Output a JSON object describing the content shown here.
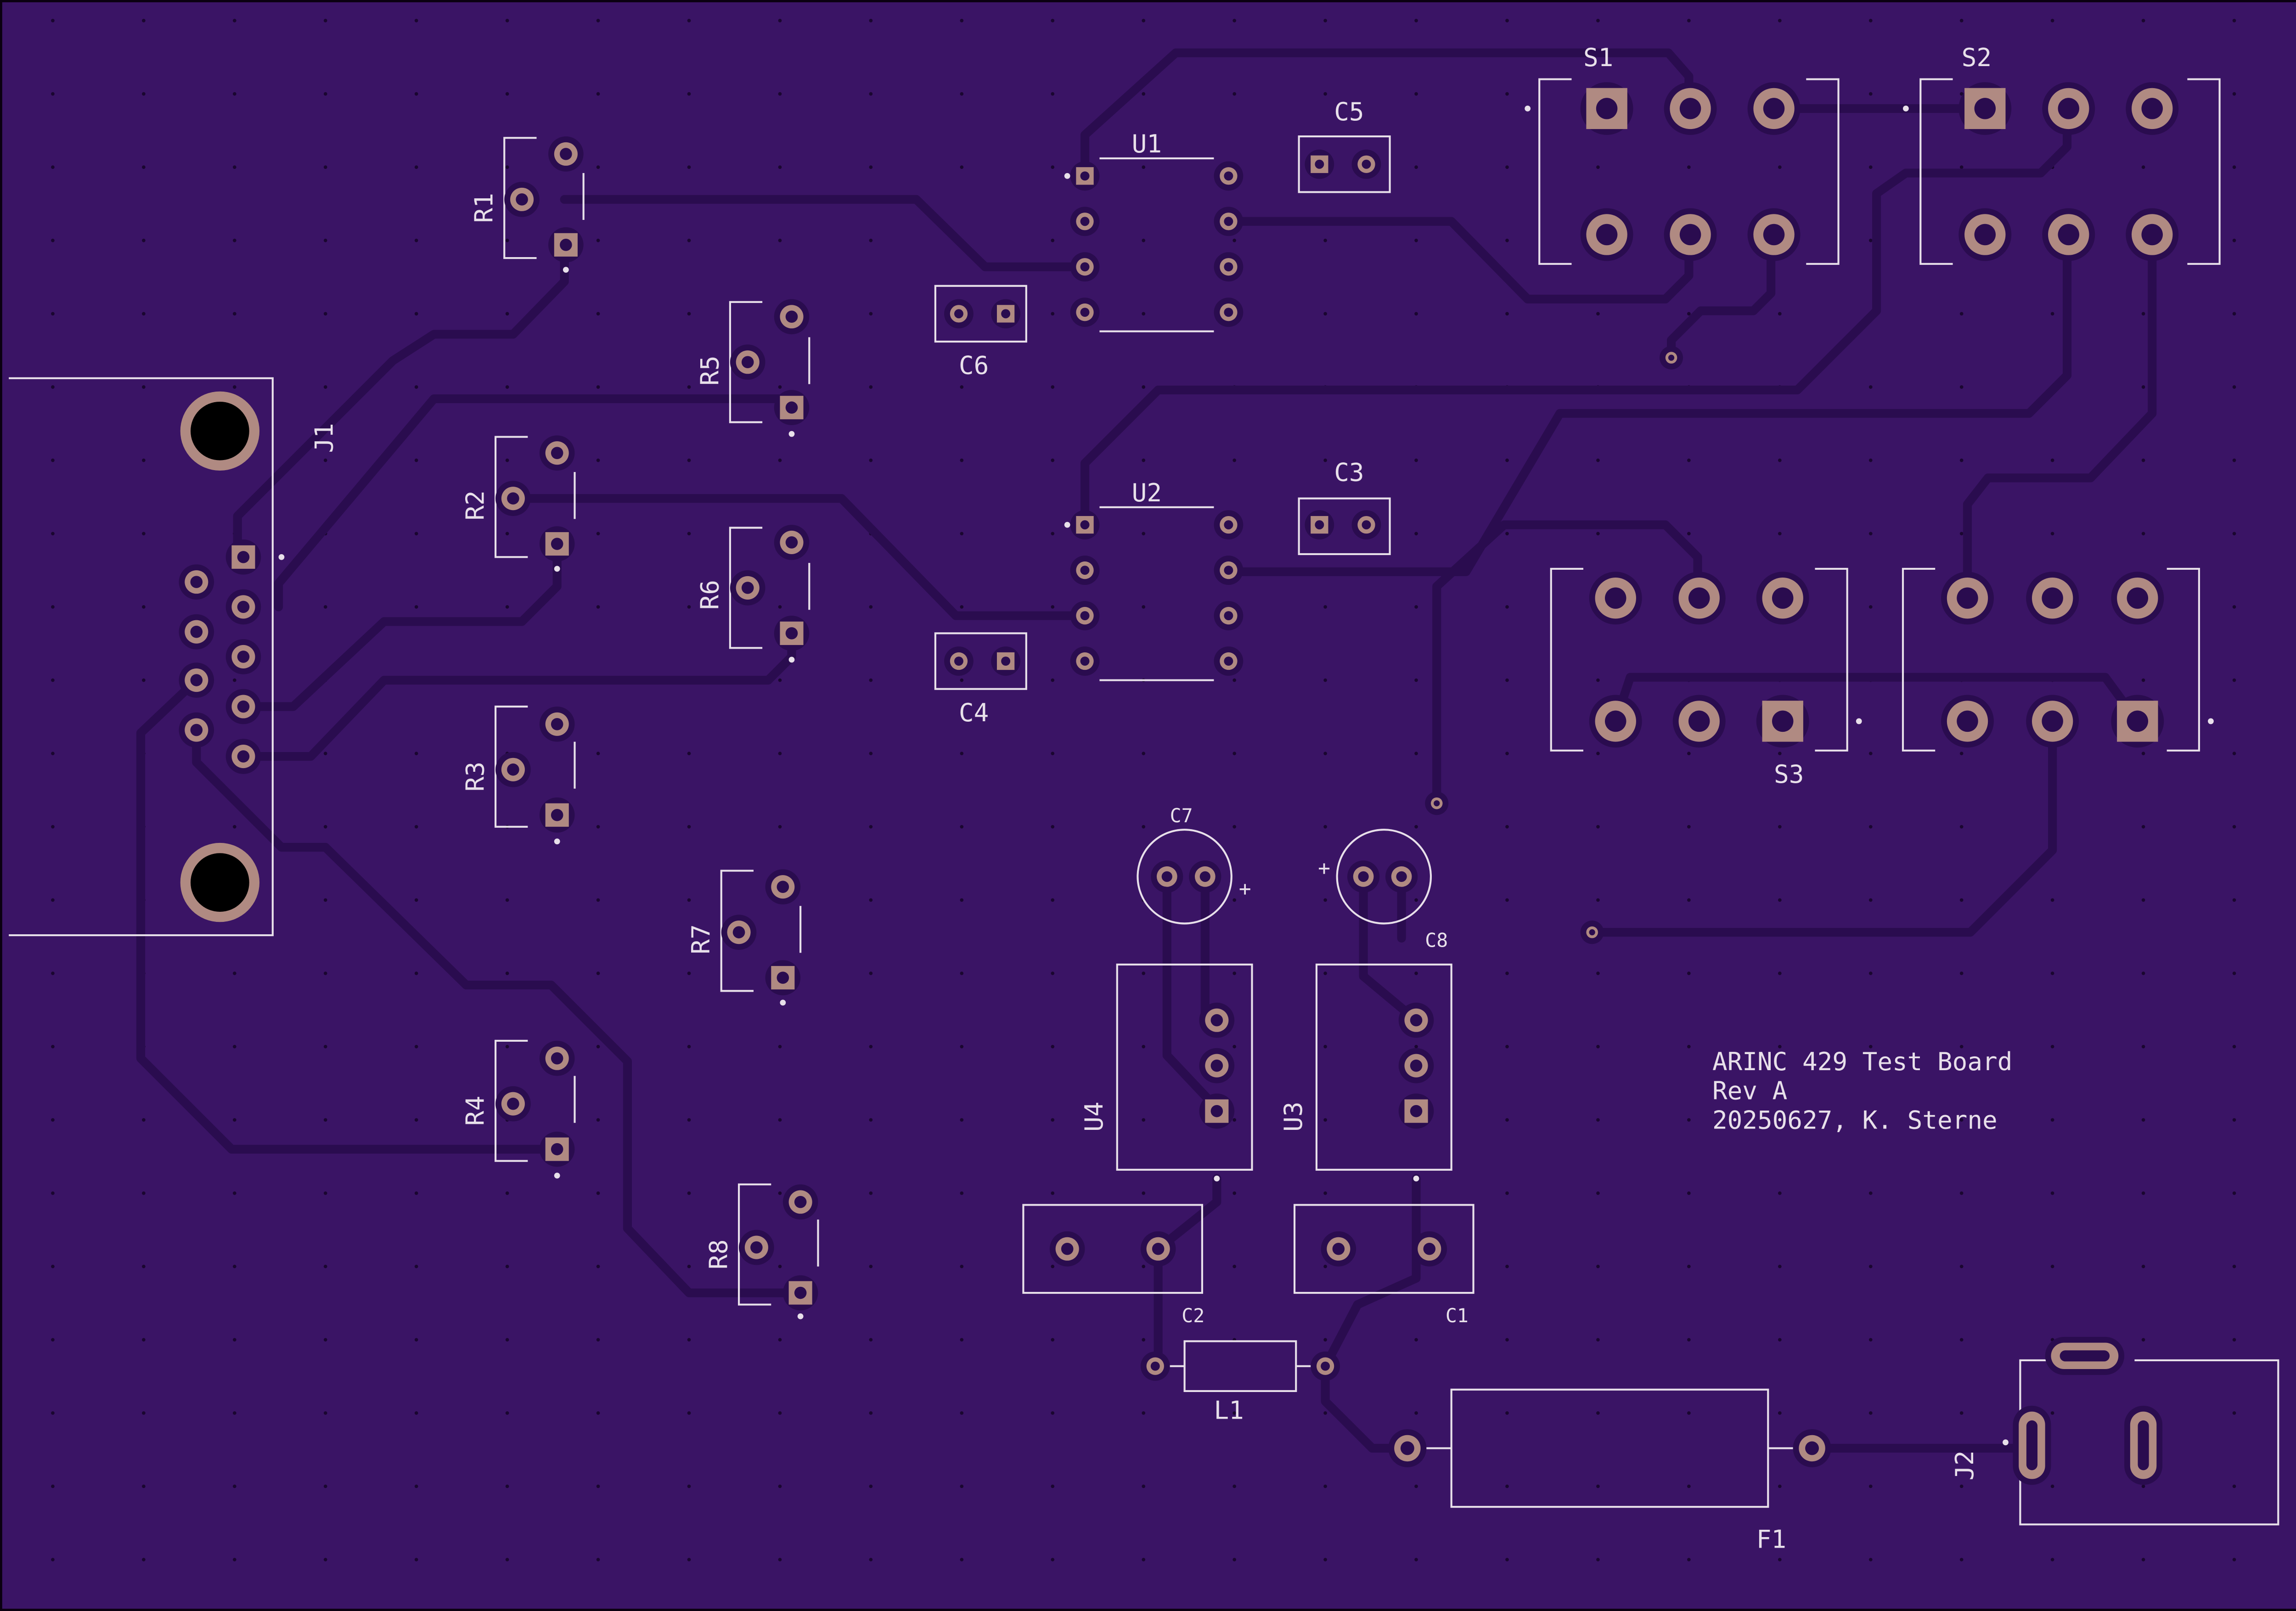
{
  "board": {
    "colors": {
      "substrate": "#3a1465",
      "outline": "#0a0010",
      "copper_trace": "#2a0c4f",
      "silkscreen": "#e8e0ea",
      "pad": "#b08a82",
      "pad_ring": "#2a0c4f",
      "drill": "#2a0c4f",
      "grid_dot": "#1a0630"
    },
    "info_block": {
      "line1": "ARINC 429 Test Board",
      "line2": "Rev A",
      "line3": "20250627, K. Sterne"
    },
    "refdes": {
      "J1": "J1",
      "J2": "J2",
      "R1": "R1",
      "R2": "R2",
      "R3": "R3",
      "R4": "R4",
      "R5": "R5",
      "R6": "R6",
      "R7": "R7",
      "R8": "R8",
      "U1": "U1",
      "U2": "U2",
      "U3": "U3",
      "U4": "U4",
      "C1": "C1",
      "C2": "C2",
      "C3": "C3",
      "C4": "C4",
      "C5": "C5",
      "C6": "C6",
      "C7": "C7",
      "C8": "C8",
      "S1": "S1",
      "S2": "S2",
      "S3": "S3",
      "L1": "L1",
      "F1": "F1"
    },
    "polarity_marks": {
      "c7_plus": "+",
      "c8_plus": "+"
    }
  }
}
